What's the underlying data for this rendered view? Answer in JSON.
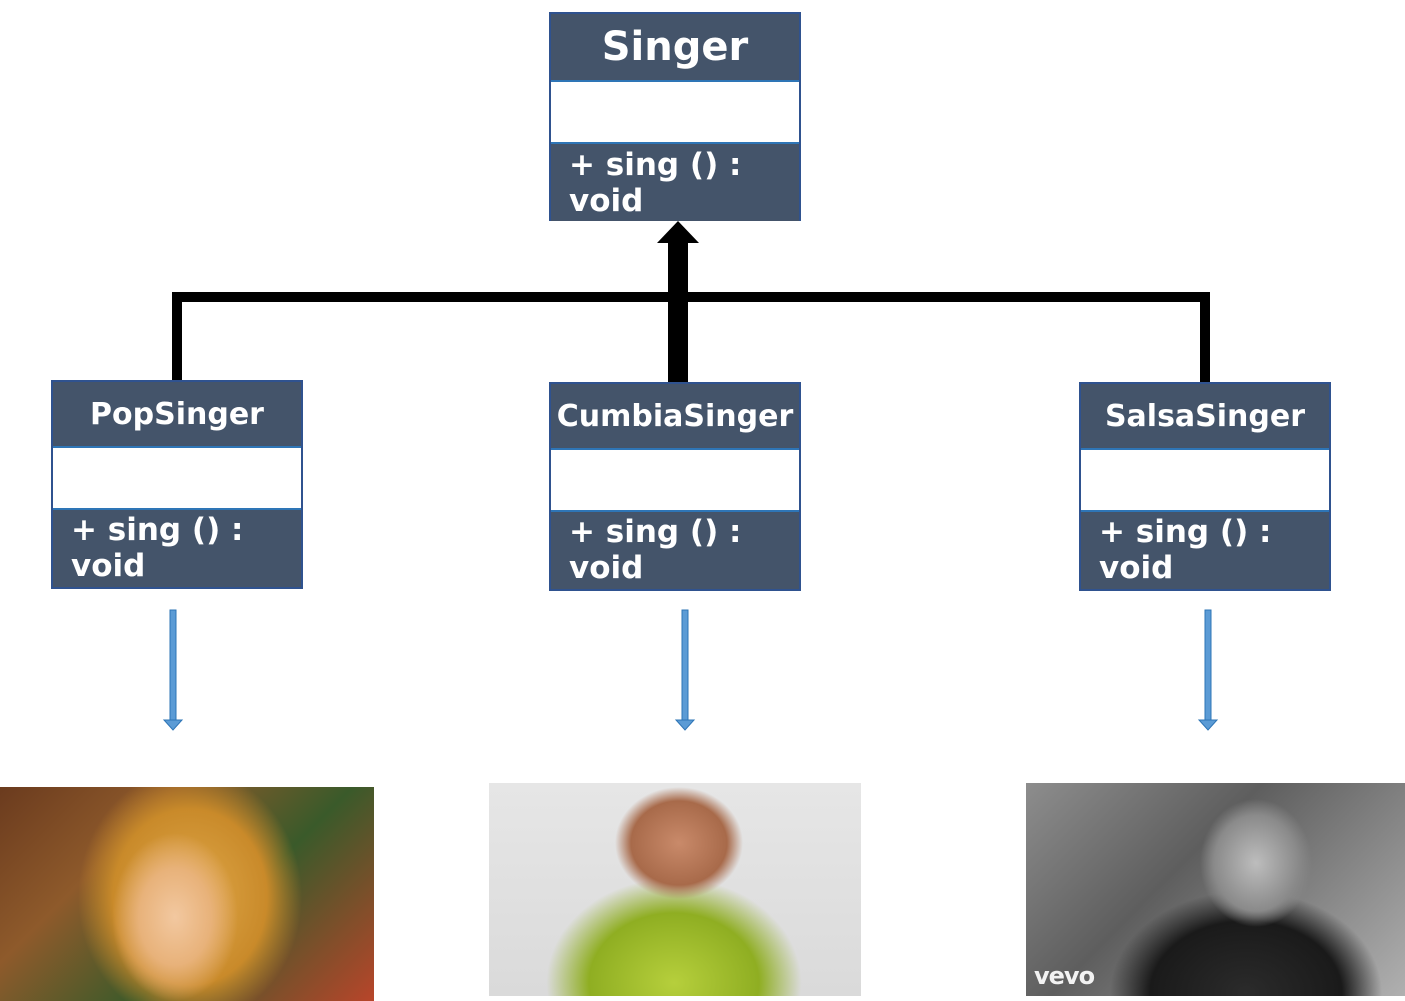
{
  "classes": {
    "singer": {
      "name": "Singer",
      "method": "+ sing () : void"
    },
    "pop": {
      "name": "PopSinger",
      "method": "+ sing () : void"
    },
    "cumbia": {
      "name": "CumbiaSinger",
      "method": "+ sing () : void"
    },
    "salsa": {
      "name": "SalsaSinger",
      "method": "+ sing () : void"
    }
  },
  "photos": {
    "salsa_watermark": "vevo"
  },
  "colors": {
    "header": "#44546a",
    "border": "#2f528f",
    "arrow": "#5b9bd5",
    "inheritance": "#000000"
  }
}
